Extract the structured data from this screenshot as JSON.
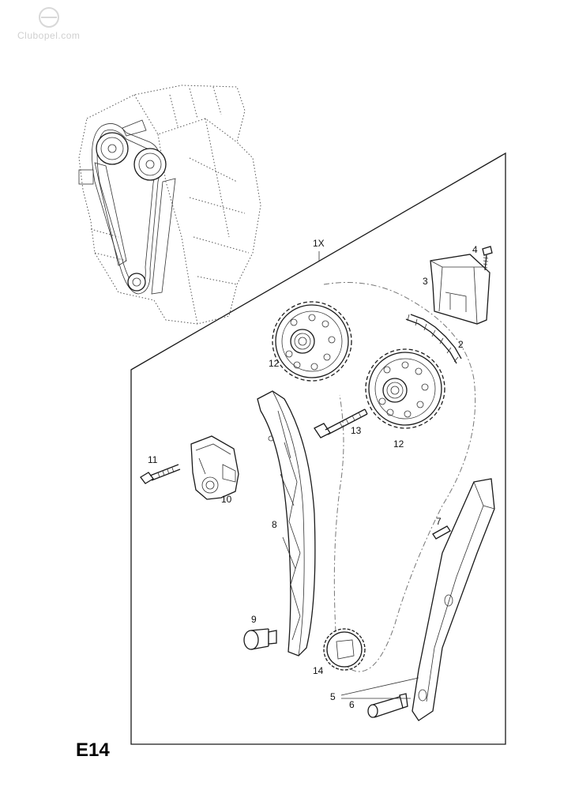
{
  "watermark": "Clubopel.com",
  "page_code": "E14",
  "labels": {
    "assembly": "1X",
    "p2": "2",
    "p3": "3",
    "p4": "4",
    "p5": "5",
    "p6": "6",
    "p7": "7",
    "p8": "8",
    "p9": "9",
    "p10": "10",
    "p11": "11",
    "p12a": "12",
    "p12b": "12",
    "p13": "13",
    "p14": "14"
  }
}
